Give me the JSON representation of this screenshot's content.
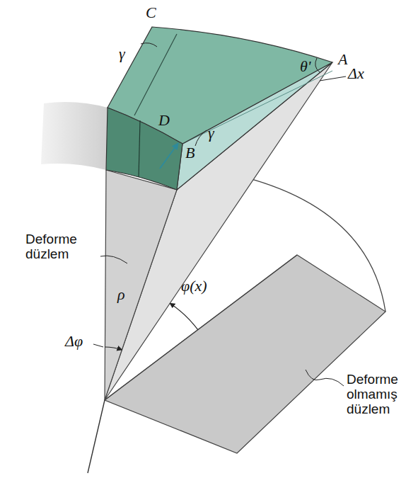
{
  "diagram": {
    "labels": [
      "C",
      "θ'",
      "A",
      "γ",
      "Δx",
      "D",
      "B",
      "γ",
      "Deforme düzlem",
      "ρ",
      "φ(x)",
      "Δφ",
      "Deforme olmamış düzlem"
    ]
  }
}
